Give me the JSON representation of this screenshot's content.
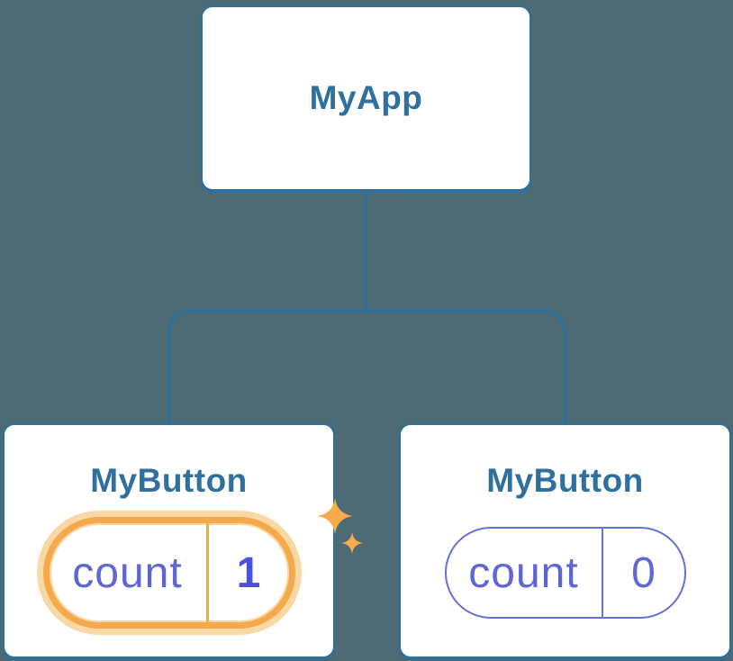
{
  "diagram": {
    "background": "#4C6B74",
    "connector_color": "#2E6F9E",
    "root": {
      "label": "MyApp"
    },
    "children": [
      {
        "label": "MyButton",
        "state": {
          "key": "count",
          "value": "1",
          "highlighted": true
        }
      },
      {
        "label": "MyButton",
        "state": {
          "key": "count",
          "value": "0",
          "highlighted": false
        }
      }
    ],
    "colors": {
      "card_bg": "#FFFFFF",
      "card_border": "#2E6F9E",
      "title_text": "#2F709E",
      "state_key_text": "#5F66D4",
      "state_value_text": "#6068D8",
      "state_value_bold_text": "#4B51DC",
      "state_border": "#6471DC",
      "highlight_border": "#F5A94D",
      "highlight_halo": "#FAD8A3",
      "sparkle": "#F6AC4C"
    }
  }
}
